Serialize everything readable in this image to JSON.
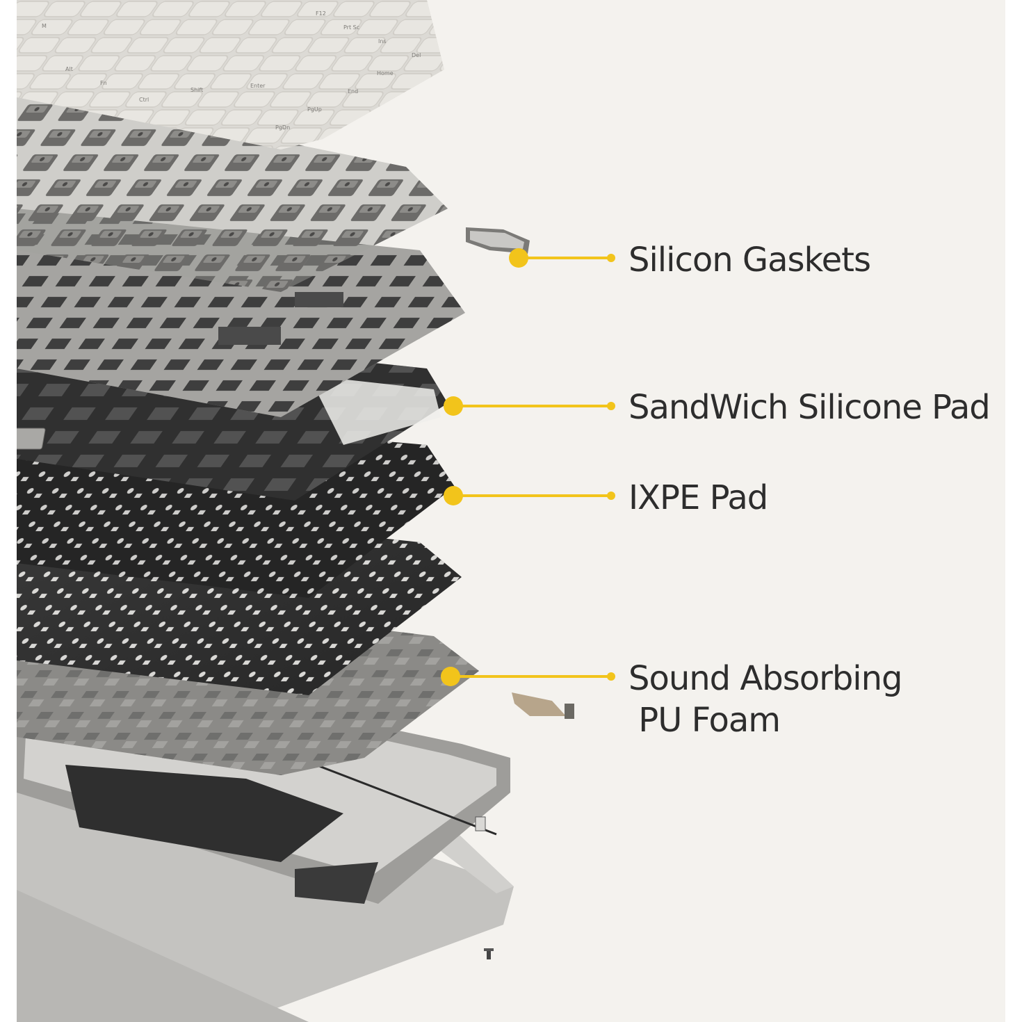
{
  "accent_color": "#f2c41b",
  "callouts": [
    {
      "label_lines": [
        "Silicon Gaskets"
      ]
    },
    {
      "label_lines": [
        "SandWich Silicone Pad"
      ]
    },
    {
      "label_lines": [
        "IXPE Pad"
      ]
    },
    {
      "label_lines": [
        "Sound Absorbing",
        " PU Foam"
      ]
    }
  ],
  "keycap_legends": [
    "F12",
    "Prt Sc",
    "Ins",
    "Del",
    "Home",
    "End",
    "PgUp",
    "PgDn",
    "Enter",
    "Shift",
    "Ctrl",
    "Alt",
    "Fn",
    "M"
  ]
}
